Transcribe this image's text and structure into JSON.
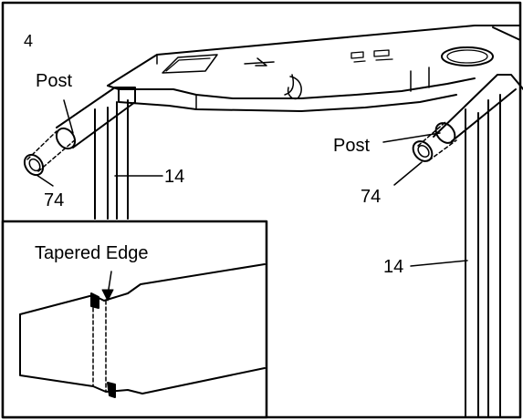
{
  "step_number": "4",
  "labels": {
    "post_left": "Post",
    "post_right": "Post",
    "part_74_left": "74",
    "part_74_right": "74",
    "part_14_left": "14",
    "part_14_right": "14",
    "inset_tapered_edge": "Tapered Edge"
  }
}
